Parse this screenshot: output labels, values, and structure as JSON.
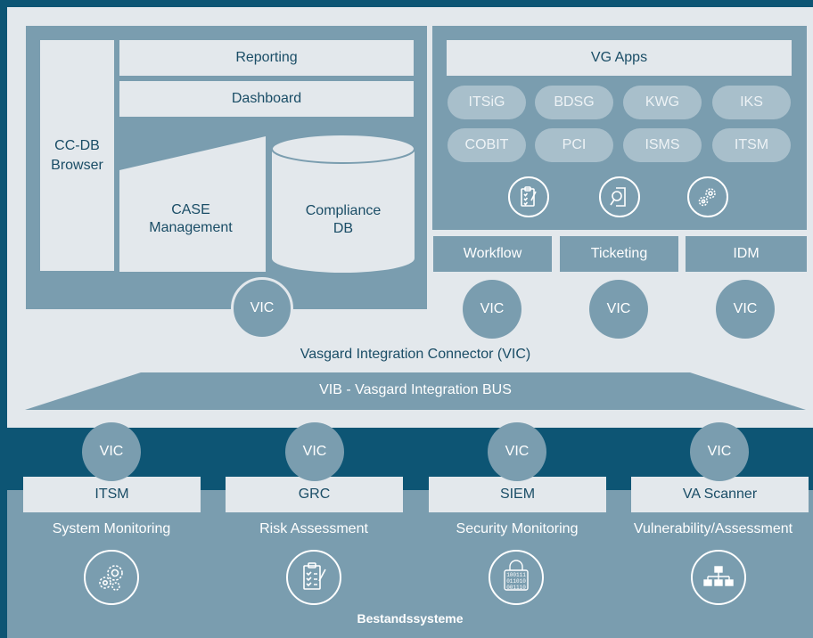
{
  "left_panel": {
    "browser_label": "CC-DB\nBrowser",
    "reporting": "Reporting",
    "dashboard": "Dashboard",
    "case_management": "CASE\nManagement",
    "compliance_db": "Compliance\nDB",
    "vic": "VIC"
  },
  "apps_panel": {
    "title": "VG Apps",
    "pills": [
      "ITSiG",
      "BDSG",
      "KWG",
      "IKS",
      "COBIT",
      "PCI",
      "ISMS",
      "ITSM"
    ],
    "icons": [
      "checklist-icon",
      "search-document-icon",
      "gears-icon"
    ]
  },
  "services": [
    {
      "label": "Workflow",
      "vic": "VIC"
    },
    {
      "label": "Ticketing",
      "vic": "VIC"
    },
    {
      "label": "IDM",
      "vic": "VIC"
    }
  ],
  "connector_label": "Vasgard Integration Connector (VIC)",
  "bus_label": "VIB - Vasgard Integration BUS",
  "systems": [
    {
      "vic": "VIC",
      "label": "ITSM",
      "caption": "System Monitoring",
      "icon": "gears-icon"
    },
    {
      "vic": "VIC",
      "label": "GRC",
      "caption": "Risk Assessment",
      "icon": "checklist-icon"
    },
    {
      "vic": "VIC",
      "label": "SIEM",
      "caption": "Security Monitoring",
      "icon": "binary-lock-icon",
      "icon_text": [
        "100111",
        "011010",
        "001110"
      ]
    },
    {
      "vic": "VIC",
      "label": "VA Scanner",
      "caption": "Vulnerability/Assessment",
      "icon": "network-hierarchy-icon"
    }
  ],
  "footer_label": "Bestandssysteme",
  "colors": {
    "background": "#0d5574",
    "light": "#e3e8ec",
    "mid": "#7a9daf",
    "pill": "#a8bfcb",
    "text_dark": "#1a4d66"
  }
}
